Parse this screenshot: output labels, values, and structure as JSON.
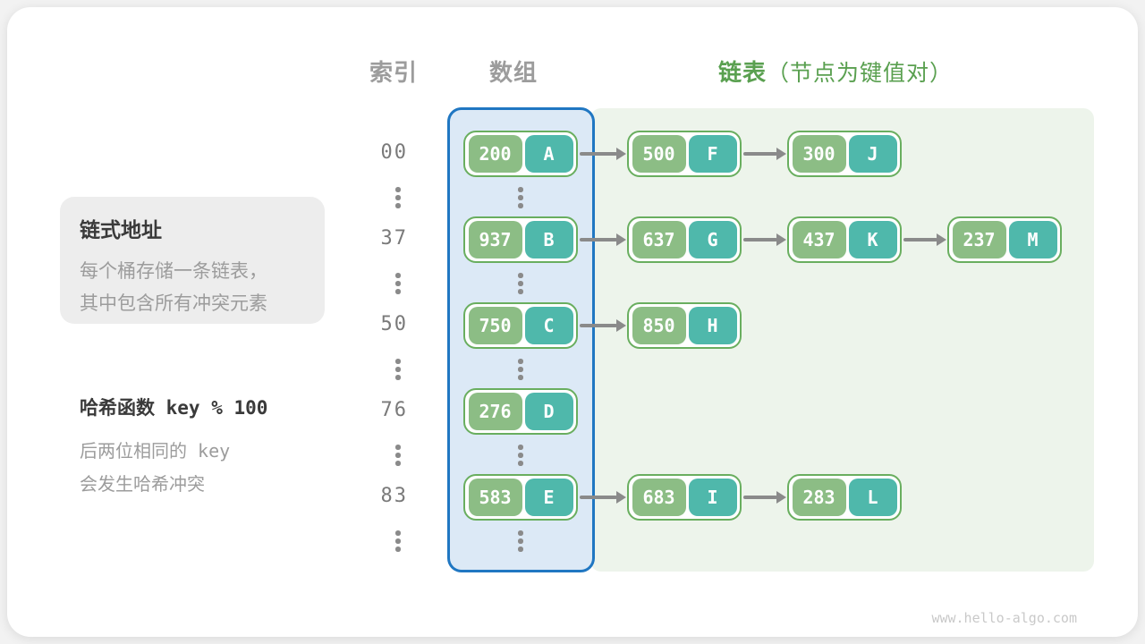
{
  "headers": {
    "index": "索引",
    "array": "数组",
    "list": "链表",
    "list_note": "（节点为键值对）"
  },
  "info_box": {
    "title": "链式地址",
    "lines": [
      "每个桶存储一条链表，",
      "其中包含所有冲突元素"
    ]
  },
  "hash_note": {
    "title": "哈希函数 key % 100",
    "lines": [
      "后两位相同的 key",
      "会发生哈希冲突"
    ]
  },
  "rows": [
    {
      "index": "00",
      "bucket": {
        "key": "200",
        "value": "A"
      },
      "chain": [
        {
          "key": "500",
          "value": "F"
        },
        {
          "key": "300",
          "value": "J"
        }
      ]
    },
    {
      "index": "37",
      "bucket": {
        "key": "937",
        "value": "B"
      },
      "chain": [
        {
          "key": "637",
          "value": "G"
        },
        {
          "key": "437",
          "value": "K"
        },
        {
          "key": "237",
          "value": "M"
        }
      ]
    },
    {
      "index": "50",
      "bucket": {
        "key": "750",
        "value": "C"
      },
      "chain": [
        {
          "key": "850",
          "value": "H"
        }
      ]
    },
    {
      "index": "76",
      "bucket": {
        "key": "276",
        "value": "D"
      },
      "chain": []
    },
    {
      "index": "83",
      "bucket": {
        "key": "583",
        "value": "E"
      },
      "chain": [
        {
          "key": "683",
          "value": "I"
        },
        {
          "key": "283",
          "value": "L"
        }
      ]
    }
  ],
  "watermark": "www.hello-algo.com",
  "colors": {
    "key_cell": "#8cbd85",
    "value_cell": "#4fb8ab",
    "node_border": "#69ae5f",
    "array_panel_fill": "#dce9f6",
    "array_panel_border": "#2077c2",
    "list_panel_fill": "#edf4eb",
    "arrow": "#8a8a8a",
    "header_gray": "#9c9c9c",
    "header_green": "#5aa050",
    "text_dark": "#3a3a3a",
    "text_gray": "#9c9c9c"
  }
}
